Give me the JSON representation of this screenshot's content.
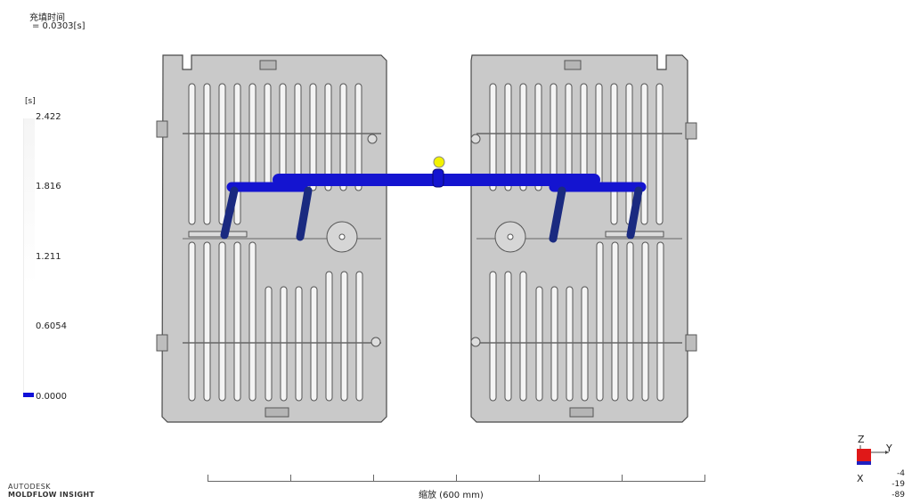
{
  "result": {
    "title": "充填时间",
    "time_value": "=  0.0303[s]"
  },
  "legend": {
    "unit": "[s]",
    "ticks": [
      "2.422",
      "1.816",
      "1.211",
      "0.6054",
      "0.0000"
    ],
    "min_color": "#1010d8"
  },
  "scale": {
    "label": "缩放 (600 mm)"
  },
  "branding": {
    "line1": "AUTODESK",
    "line2": "MOLDFLOW  INSIGHT"
  },
  "orientation": {
    "z": "Z",
    "y": "Y",
    "x": "X",
    "coords": [
      "-4",
      "-19",
      "-89"
    ]
  },
  "colors": {
    "part_fill": "#c9c9c9",
    "runner": "#1414d0",
    "injection_point": "#f2f200"
  }
}
